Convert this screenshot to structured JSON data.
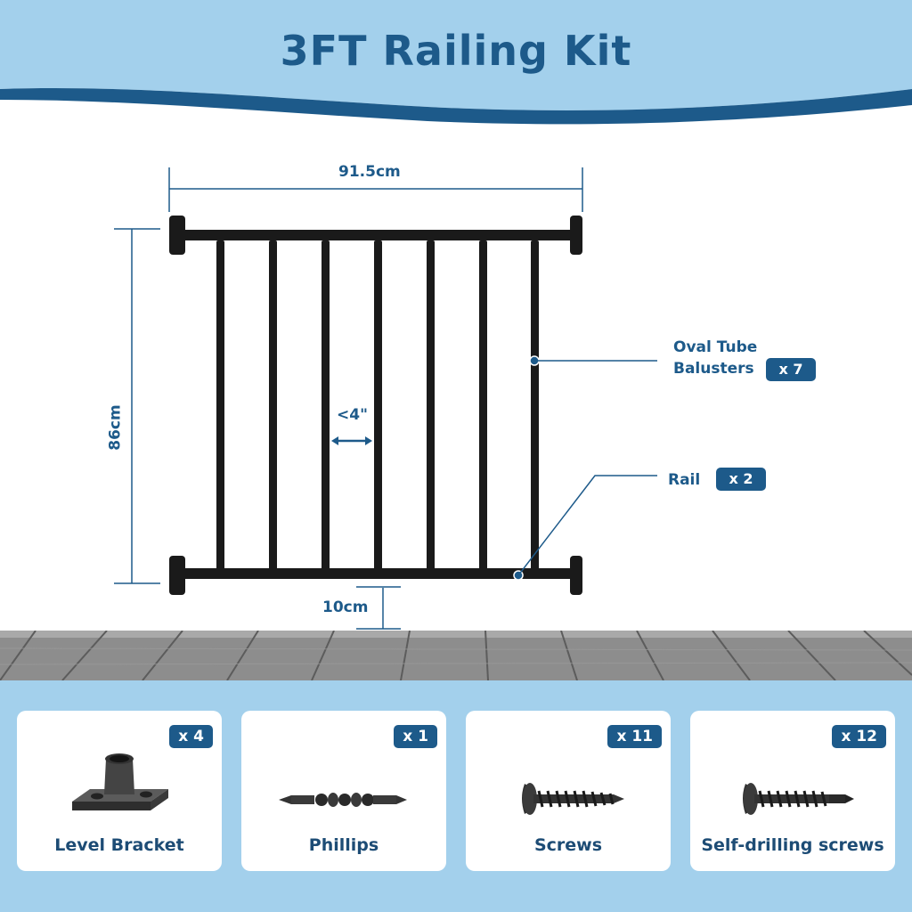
{
  "header": {
    "title": "3FT Railing Kit"
  },
  "diagram": {
    "width_label": "91.5cm",
    "height_label": "86cm",
    "spacing_label": "<4\"",
    "clearance_label": "10cm",
    "callouts": [
      {
        "label_line1": "Oval Tube",
        "label_line2": "Balusters",
        "qty": "x 7"
      },
      {
        "label_line1": "Rail",
        "qty": "x 2"
      }
    ]
  },
  "parts": [
    {
      "name": "Level Bracket",
      "qty": "x 4",
      "icon": "bracket-icon"
    },
    {
      "name": "Phillips",
      "qty": "x 1",
      "icon": "screwdriver-bit-icon"
    },
    {
      "name": "Screws",
      "qty": "x 11",
      "icon": "screw-icon"
    },
    {
      "name": "Self-drilling screws",
      "qty": "x 12",
      "icon": "self-drilling-screw-icon"
    }
  ],
  "colors": {
    "brand": "#1d5a8a",
    "sky": "#a3d0ec",
    "rail": "#1a1a1a"
  }
}
